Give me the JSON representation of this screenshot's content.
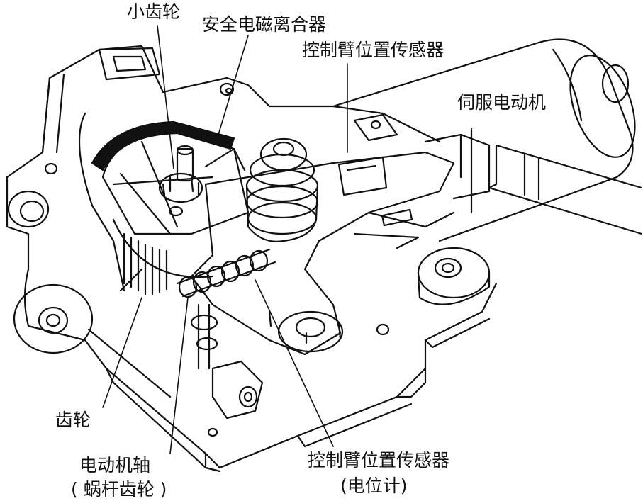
{
  "labels": {
    "pinion": "小齿轮",
    "safety_clutch": "安全电磁离合器",
    "arm_sensor_top": "控制臂位置传感器",
    "servo_motor": "伺服电动机",
    "gear": "齿轮",
    "motor_shaft_line1": "电动机轴",
    "motor_shaft_line2": "( 蜗杆齿轮 )",
    "arm_sensor_bottom_line1": "控制臂位置传感器",
    "arm_sensor_bottom_line2": "(电位计)"
  },
  "colors": {
    "line": "#111111",
    "background": "#ffffff"
  }
}
